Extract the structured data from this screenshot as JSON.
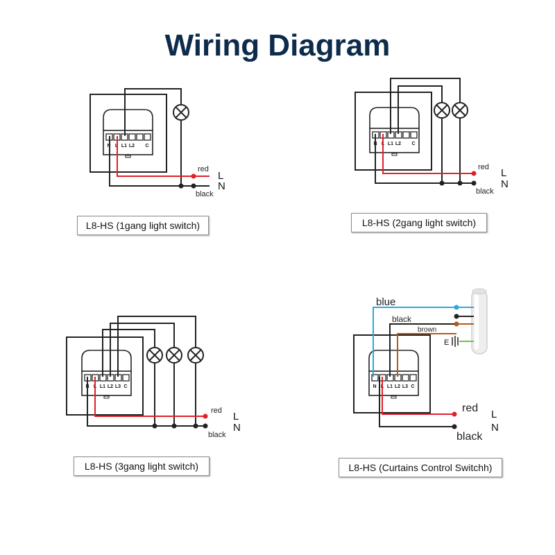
{
  "title": "Wiring Diagram",
  "colors": {
    "title": "#0d2b4b",
    "wire": "#222222",
    "live": "#e0202a",
    "blue": "#2aa8de",
    "brown": "#b25a1a",
    "earth": "#6cc24a"
  },
  "terminal_labels": {
    "n": "N",
    "l": "L",
    "l1": "L1",
    "l2": "L2",
    "l3": "L3",
    "c": "C"
  },
  "panels": [
    {
      "caption": "L8-HS (1gang light switch)",
      "wire_red": "red",
      "wire_black": "black",
      "label_l": "L",
      "label_n": "N"
    },
    {
      "caption": "L8-HS (2gang light switch)",
      "wire_red": "red",
      "wire_black": "black",
      "label_l": "L",
      "label_n": "N"
    },
    {
      "caption": "L8-HS (3gang light switch)",
      "wire_red": "red",
      "wire_black": "black",
      "label_l": "L",
      "label_n": "N"
    },
    {
      "caption": "L8-HS (Curtains Control Switchh)",
      "wire_red": "red",
      "wire_black": "black",
      "label_l": "L",
      "label_n": "N",
      "wire_blue": "blue",
      "wire_black_motor": "black",
      "wire_brown": "brown",
      "label_earth": "E"
    }
  ]
}
